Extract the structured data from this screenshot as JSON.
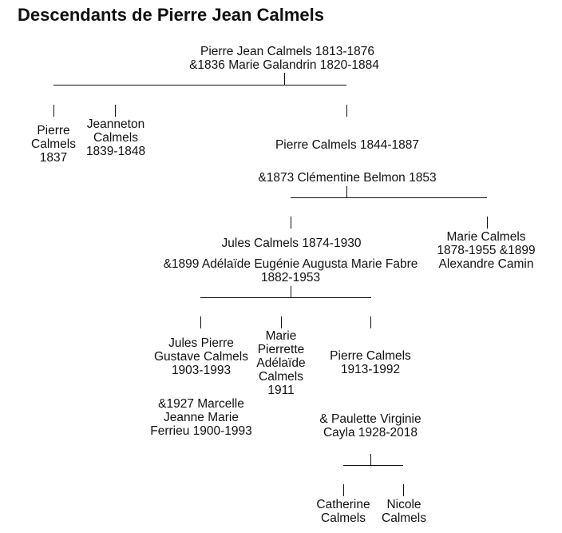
{
  "title": "Descendants de Pierre Jean Calmels",
  "root": {
    "line1": "Pierre Jean Calmels 1813-1876",
    "line2": "&1836 Marie Galandrin 1820-1884"
  },
  "gen2": {
    "pierre_1837": "Pierre Calmels 1837",
    "jeanneton": "Jeanneton Calmels 1839-1848",
    "pierre_1844": "Pierre Calmels 1844-1887",
    "pierre_1844_spouse": "&1873 Clémentine Belmon 1853"
  },
  "gen3": {
    "jules": "Jules Calmels 1874-1930",
    "jules_spouse": "&1899 Adélaïde Eugénie Augusta Marie Fabre 1882-1953",
    "marie": "Marie Calmels 1878-1955 &1899 Alexandre Camin"
  },
  "gen4": {
    "jules_pierre": "Jules Pierre Gustave Calmels 1903-1993",
    "jules_pierre_spouse": "&1927 Marcelle Jeanne Marie Ferrieu 1900-1993",
    "marie_pierrette": "Marie Pierrette Adélaïde Calmels 1911",
    "pierre_1913": "Pierre Calmels 1913-1992",
    "pierre_1913_spouse": "& Paulette Virginie Cayla 1928-2018"
  },
  "gen5": {
    "catherine": "Catherine Calmels",
    "nicole": "Nicole Calmels"
  }
}
